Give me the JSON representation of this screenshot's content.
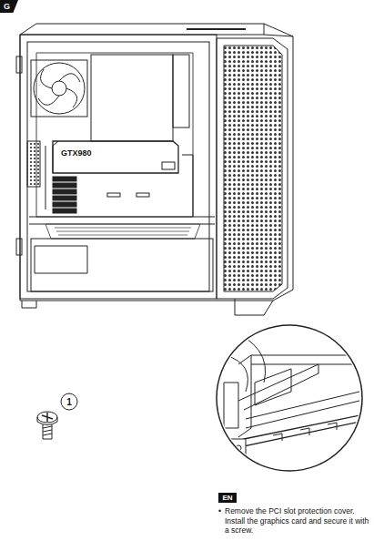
{
  "diagram": {
    "nodes": [
      {
        "text": [
          "G"
        ]
      },
      {
        "text": [
          "1"
        ]
      },
      {
        "text": [
          "EN"
        ]
      }
    ],
    "labels": [
      "GTX980",
      "•",
      "Remove the PCI slot protection cover. Install the graphics card and secure it with a screw."
    ]
  }
}
